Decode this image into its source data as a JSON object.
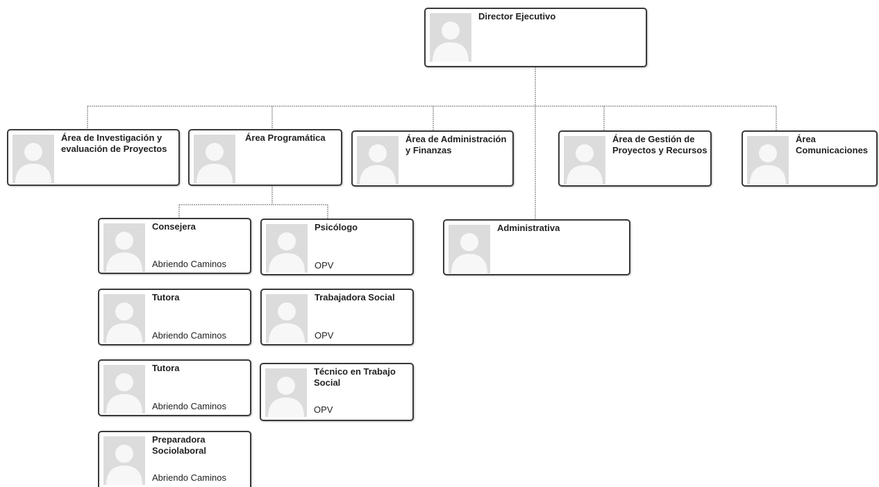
{
  "director": {
    "title": "Director Ejecutivo"
  },
  "areas": [
    {
      "title": "Área de Investigación y evaluación de Proyectos"
    },
    {
      "title": "Área Programática"
    },
    {
      "title": "Área de Administración y Finanzas"
    },
    {
      "title": "Área de Gestión de Proyectos  y Recursos"
    },
    {
      "title": "Área Comunicaciones"
    }
  ],
  "administrativa": {
    "title": "Administrativa"
  },
  "programatica_left": [
    {
      "title": "Consejera",
      "subtitle": "Abriendo Caminos"
    },
    {
      "title": "Tutora",
      "subtitle": "Abriendo Caminos"
    },
    {
      "title": "Tutora",
      "subtitle": "Abriendo Caminos"
    },
    {
      "title": "Preparadora Sociolaboral",
      "subtitle": "Abriendo Caminos"
    }
  ],
  "programatica_right": [
    {
      "title": "Psicólogo",
      "subtitle": "OPV"
    },
    {
      "title": "Trabajadora Social",
      "subtitle": "OPV"
    },
    {
      "title": "Técnico en Trabajo Social",
      "subtitle": "OPV"
    }
  ],
  "icons": {
    "avatar": "person-placeholder-icon"
  },
  "colors": {
    "border": "#3a3a3a",
    "connector": "#9a9a9a",
    "avatar_bg": "#dcdcdc",
    "avatar_fg": "#f7f7f7"
  }
}
